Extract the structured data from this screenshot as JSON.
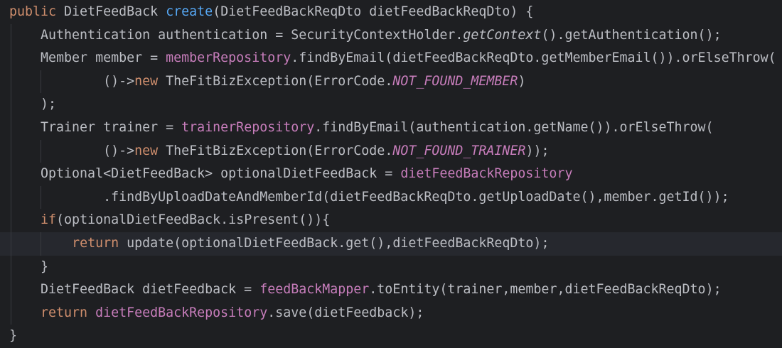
{
  "editor": {
    "lines": [
      [
        {
          "t": "public ",
          "c": "kw"
        },
        {
          "t": "DietFeedBack "
        },
        {
          "t": "create",
          "c": "fn"
        },
        {
          "t": "(DietFeedBackReqDto dietFeedBackReqDto) {"
        }
      ],
      [
        {
          "t": "    Authentication authentication = SecurityContextHolder."
        },
        {
          "t": "getContext",
          "c": "ital"
        },
        {
          "t": "().getAuthentication();"
        }
      ],
      [
        {
          "t": "    Member member = "
        },
        {
          "t": "memberRepository",
          "c": "fld"
        },
        {
          "t": ".findByEmail(dietFeedBackReqDto.getMemberEmail()).orElseThrow("
        }
      ],
      [
        {
          "t": "            ()->"
        },
        {
          "t": "new ",
          "c": "kw"
        },
        {
          "t": "TheFitBizException(ErrorCode."
        },
        {
          "t": "NOT_FOUND_MEMBER",
          "c": "sfld"
        },
        {
          "t": ")"
        }
      ],
      [
        {
          "t": "    );"
        }
      ],
      [
        {
          "t": "    Trainer trainer = "
        },
        {
          "t": "trainerRepository",
          "c": "fld"
        },
        {
          "t": ".findByEmail(authentication.getName()).orElseThrow("
        }
      ],
      [
        {
          "t": "            ()->"
        },
        {
          "t": "new ",
          "c": "kw"
        },
        {
          "t": "TheFitBizException(ErrorCode."
        },
        {
          "t": "NOT_FOUND_TRAINER",
          "c": "sfld"
        },
        {
          "t": "));"
        }
      ],
      [
        {
          "t": "    Optional<DietFeedBack> optionalDietFeedBack = "
        },
        {
          "t": "dietFeedBackRepository",
          "c": "fld"
        }
      ],
      [
        {
          "t": "            .findByUploadDateAndMemberId(dietFeedBackReqDto.getUploadDate(),member.getId());"
        }
      ],
      [
        {
          "t": "    "
        },
        {
          "t": "if",
          "c": "kw"
        },
        {
          "t": "(optionalDietFeedBack.isPresent()){"
        }
      ],
      [
        {
          "t": "        "
        },
        {
          "t": "return ",
          "c": "kw"
        },
        {
          "t": "update(optionalDietFeedBack.get(),dietFeedBackReqDto);"
        }
      ],
      [
        {
          "t": "    }"
        }
      ],
      [
        {
          "t": "    DietFeedBack dietFeedback = "
        },
        {
          "t": "feedBackMapper",
          "c": "fld"
        },
        {
          "t": ".toEntity(trainer,member,dietFeedBackReqDto);"
        }
      ],
      [
        {
          "t": "    "
        },
        {
          "t": "return ",
          "c": "kw"
        },
        {
          "t": "dietFeedBackRepository",
          "c": "fld"
        },
        {
          "t": ".save(dietFeedback);"
        }
      ],
      [
        {
          "t": "}"
        }
      ]
    ],
    "current_line": 10,
    "guides": [
      [],
      [
        "g1"
      ],
      [
        "g1"
      ],
      [
        "g1",
        "g2"
      ],
      [
        "g1"
      ],
      [
        "g1"
      ],
      [
        "g1",
        "g2"
      ],
      [
        "g1"
      ],
      [
        "g1",
        "g2"
      ],
      [
        "g1"
      ],
      [
        "g1",
        "g2"
      ],
      [
        "g1"
      ],
      [
        "g1"
      ],
      [
        "g1"
      ],
      []
    ],
    "colors": {
      "background": "#1e1f22",
      "text": "#bcbec4",
      "keyword": "#cf8e6d",
      "method_declaration": "#56a8f5",
      "field": "#c77dbb",
      "current_line": "#26282e"
    }
  }
}
